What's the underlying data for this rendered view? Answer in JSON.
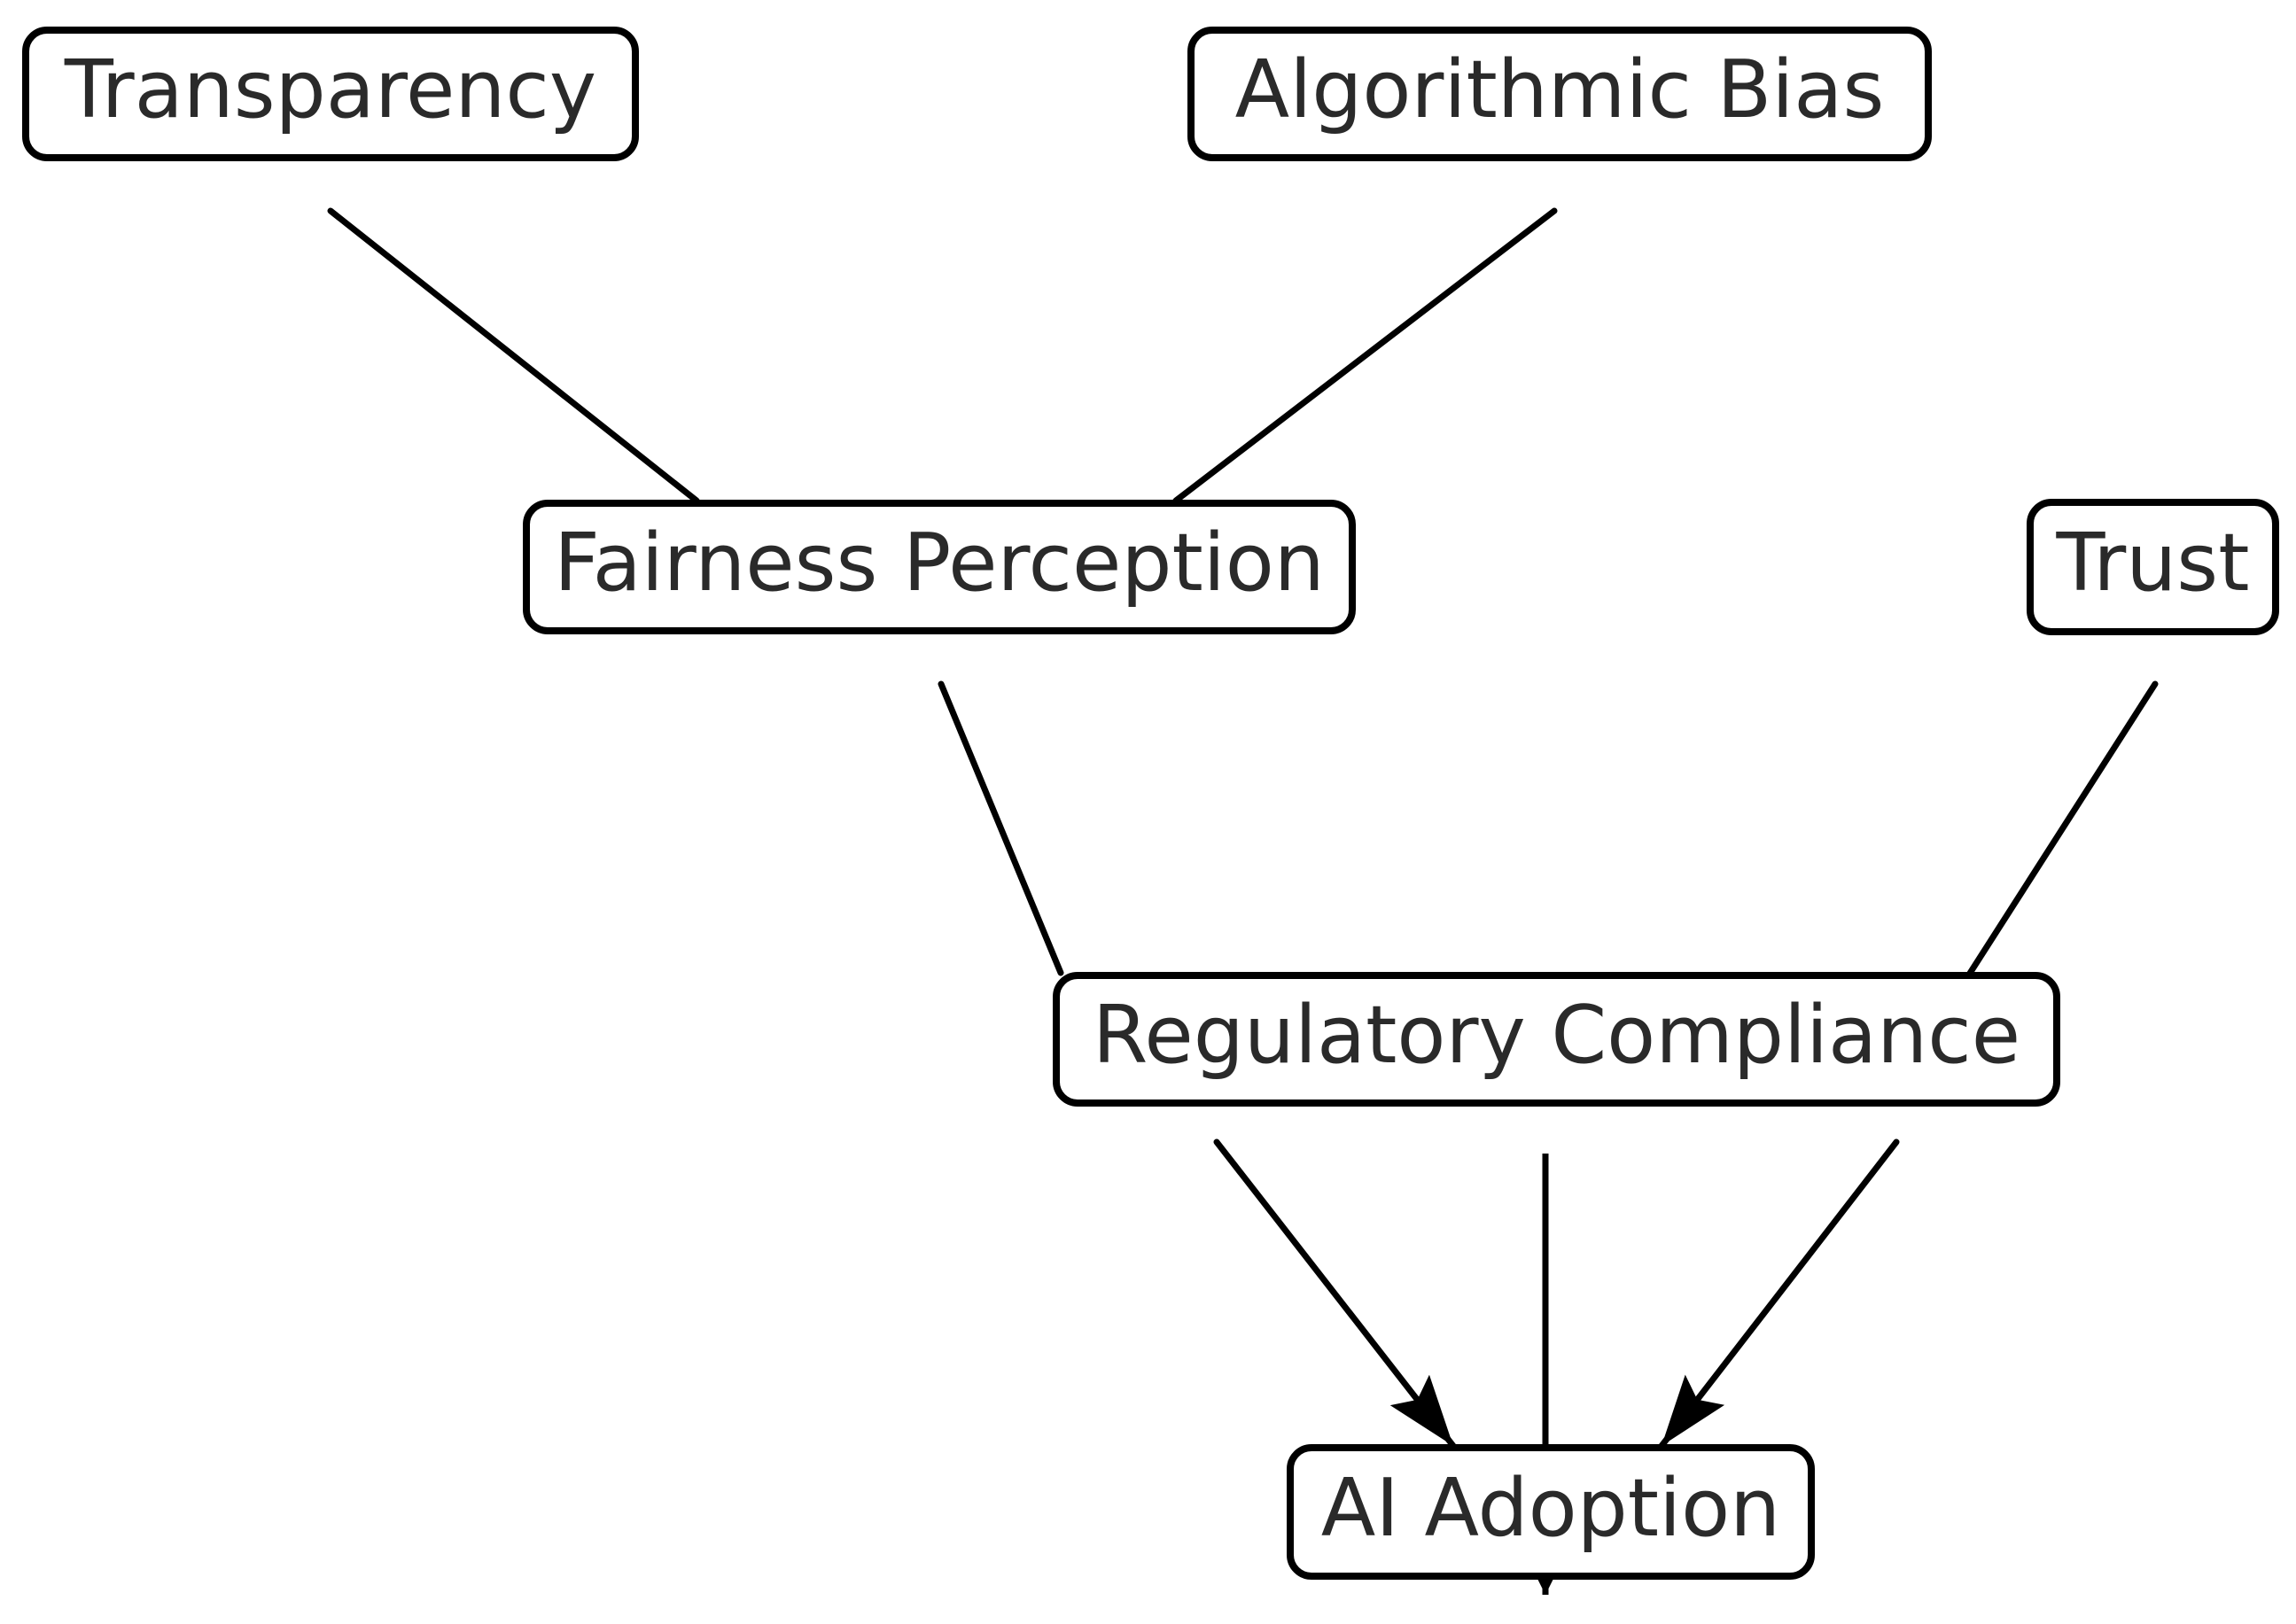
{
  "diagram": {
    "type": "directed-graph",
    "background_color": "#ffffff",
    "node_border_color": "#000000",
    "node_fill_color": "#ffffff",
    "edge_color": "#000000",
    "text_color": "#2a2a2a",
    "nodes": [
      {
        "id": "transparency",
        "label": "Transparency"
      },
      {
        "id": "algorithmic-bias",
        "label": "Algorithmic Bias"
      },
      {
        "id": "fairness-perception",
        "label": "Fairness Perception"
      },
      {
        "id": "trust",
        "label": "Trust"
      },
      {
        "id": "regulatory-compliance",
        "label": "Regulatory Compliance"
      },
      {
        "id": "ai-adoption",
        "label": "AI Adoption"
      }
    ],
    "edges": [
      {
        "from": "transparency",
        "to": "fairness-perception",
        "arrowhead_visible": false
      },
      {
        "from": "algorithmic-bias",
        "to": "fairness-perception",
        "arrowhead_visible": false
      },
      {
        "from": "fairness-perception",
        "to": "regulatory-compliance",
        "arrowhead_visible": false
      },
      {
        "from": "trust",
        "to": "regulatory-compliance",
        "arrowhead_visible": false
      },
      {
        "from": "regulatory-compliance",
        "to": "ai-adoption",
        "arrowhead_visible": true
      },
      {
        "from": "regulatory-compliance",
        "to": "ai-adoption",
        "arrowhead_visible": false
      },
      {
        "from": "regulatory-compliance",
        "to": "ai-adoption",
        "arrowhead_visible": true
      },
      {
        "from": "ai-adoption",
        "to": "off-canvas-below",
        "arrowhead_visible": true
      }
    ]
  }
}
